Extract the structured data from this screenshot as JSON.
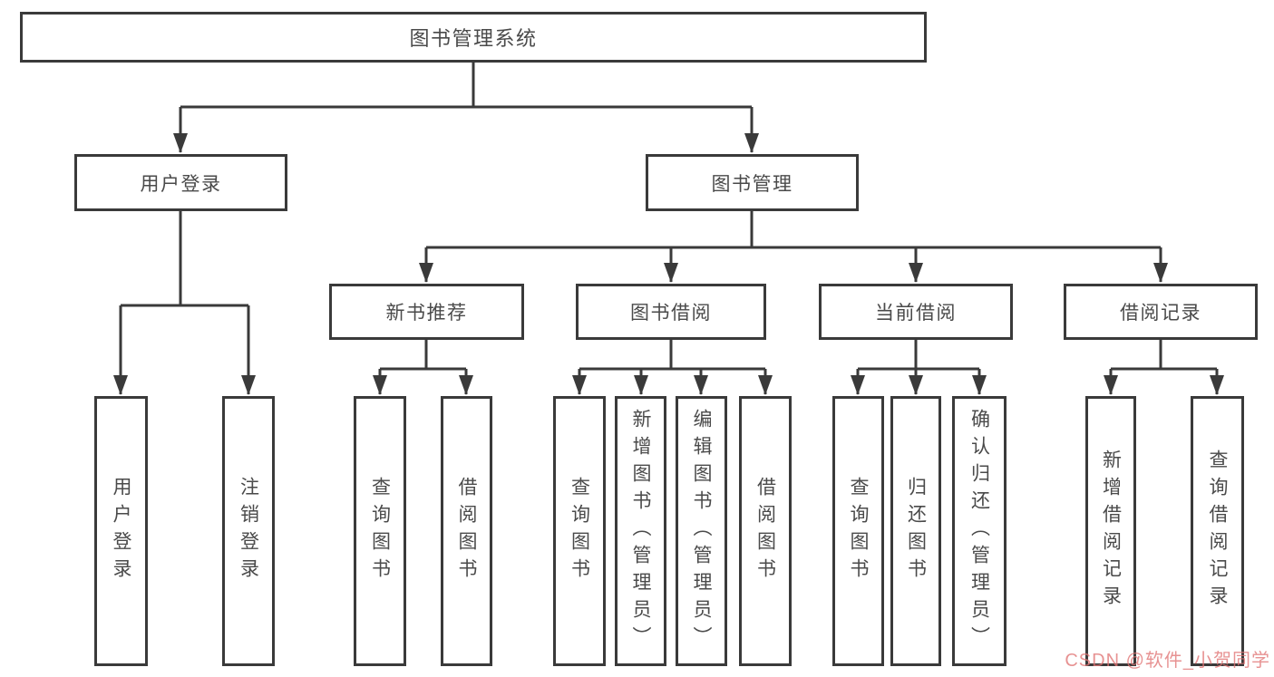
{
  "title": "图书管理系统",
  "colors": {
    "line": "#3A3A3A",
    "node_border": "#3A3A3A",
    "text": "#4A4A4A",
    "background": "#FFFFFF",
    "watermark": "#E07373"
  },
  "watermark": {
    "text": "CSDN @软件_小贺同学"
  },
  "tree": {
    "label": "图书管理系统",
    "children": [
      {
        "label": "用户登录",
        "children": [
          {
            "label": "用户登录"
          },
          {
            "label": "注销登录"
          }
        ]
      },
      {
        "label": "图书管理",
        "children": [
          {
            "label": "新书推荐",
            "children": [
              {
                "label": "查询图书"
              },
              {
                "label": "借阅图书"
              }
            ]
          },
          {
            "label": "图书借阅",
            "children": [
              {
                "label": "查询图书"
              },
              {
                "label": "新增图书（管理员）"
              },
              {
                "label": "编辑图书（管理员）"
              },
              {
                "label": "借阅图书"
              }
            ]
          },
          {
            "label": "当前借阅",
            "children": [
              {
                "label": "查询图书"
              },
              {
                "label": "归还图书"
              },
              {
                "label": "确认归还（管理员）"
              }
            ]
          },
          {
            "label": "借阅记录",
            "children": [
              {
                "label": "新增借阅记录"
              },
              {
                "label": "查询借阅记录"
              }
            ]
          }
        ]
      }
    ]
  }
}
